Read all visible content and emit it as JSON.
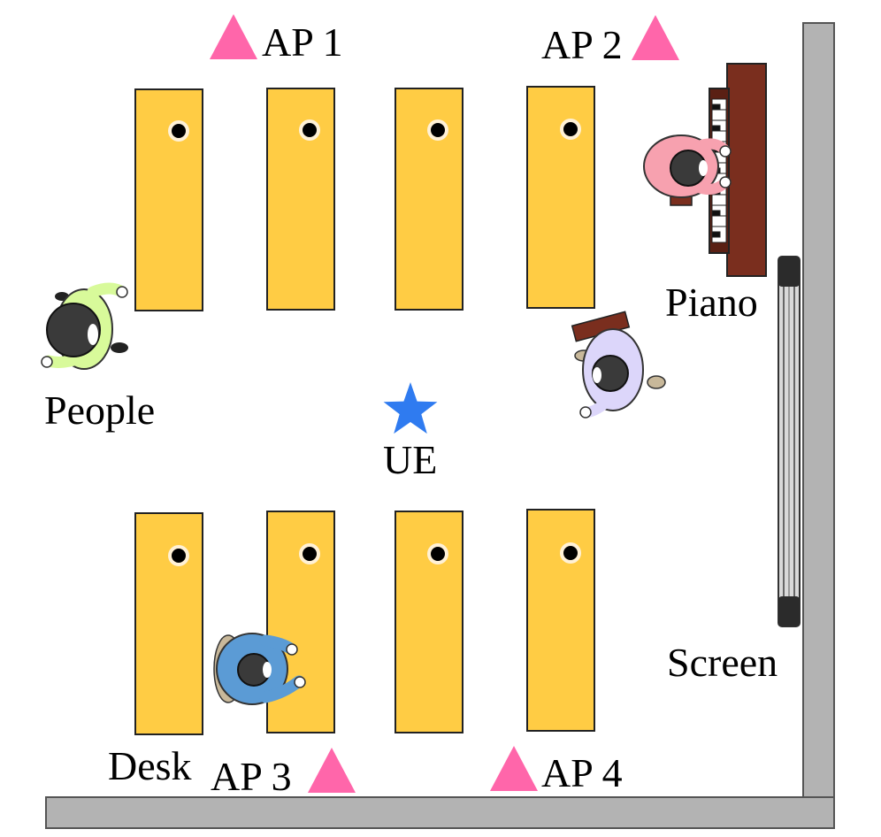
{
  "labels": {
    "ap1": "AP 1",
    "ap2": "AP 2",
    "ap3": "AP 3",
    "ap4": "AP 4",
    "ue": "UE",
    "people": "People",
    "piano": "Piano",
    "screen": "Screen",
    "desk": "Desk"
  },
  "colors": {
    "desk": "#FFCC44",
    "ap": "#FF66AA",
    "ue": "#2F7BF0",
    "wall": "#B3B3B3",
    "piano": "#7A2E1E"
  }
}
